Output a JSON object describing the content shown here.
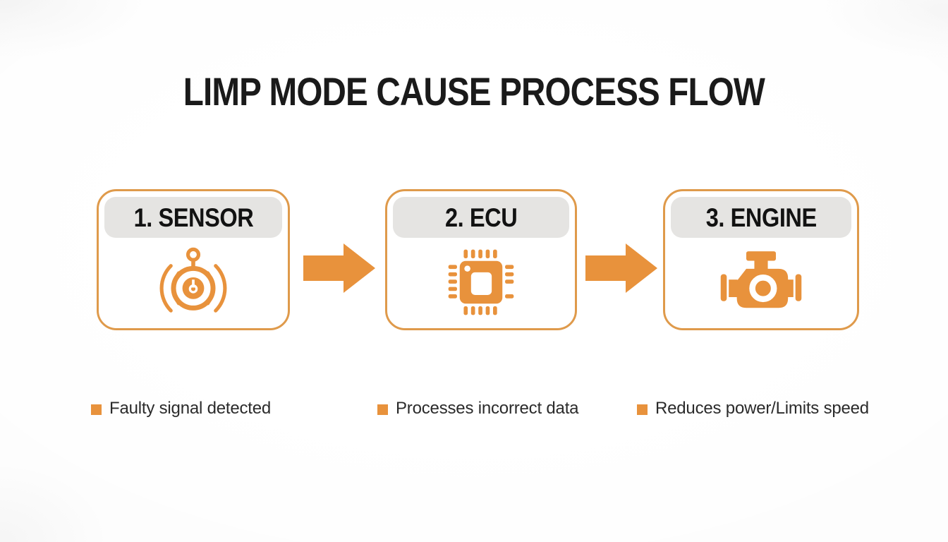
{
  "title": "LIMP MODE CAUSE PROCESS FLOW",
  "colors": {
    "accent": "#E8923C",
    "box-border": "#DF9A4B",
    "header-bg": "#E5E4E2",
    "title-color": "#1A1A1A",
    "caption-color": "#2B2B2B"
  },
  "steps": [
    {
      "label": "1. SENSOR",
      "icon": "sensor-signal-icon",
      "caption": "Faulty signal detected"
    },
    {
      "label": "2. ECU",
      "icon": "microchip-icon",
      "caption": "Processes incorrect data"
    },
    {
      "label": "3. ENGINE",
      "icon": "engine-icon",
      "caption": "Reduces power/Limits speed"
    }
  ]
}
